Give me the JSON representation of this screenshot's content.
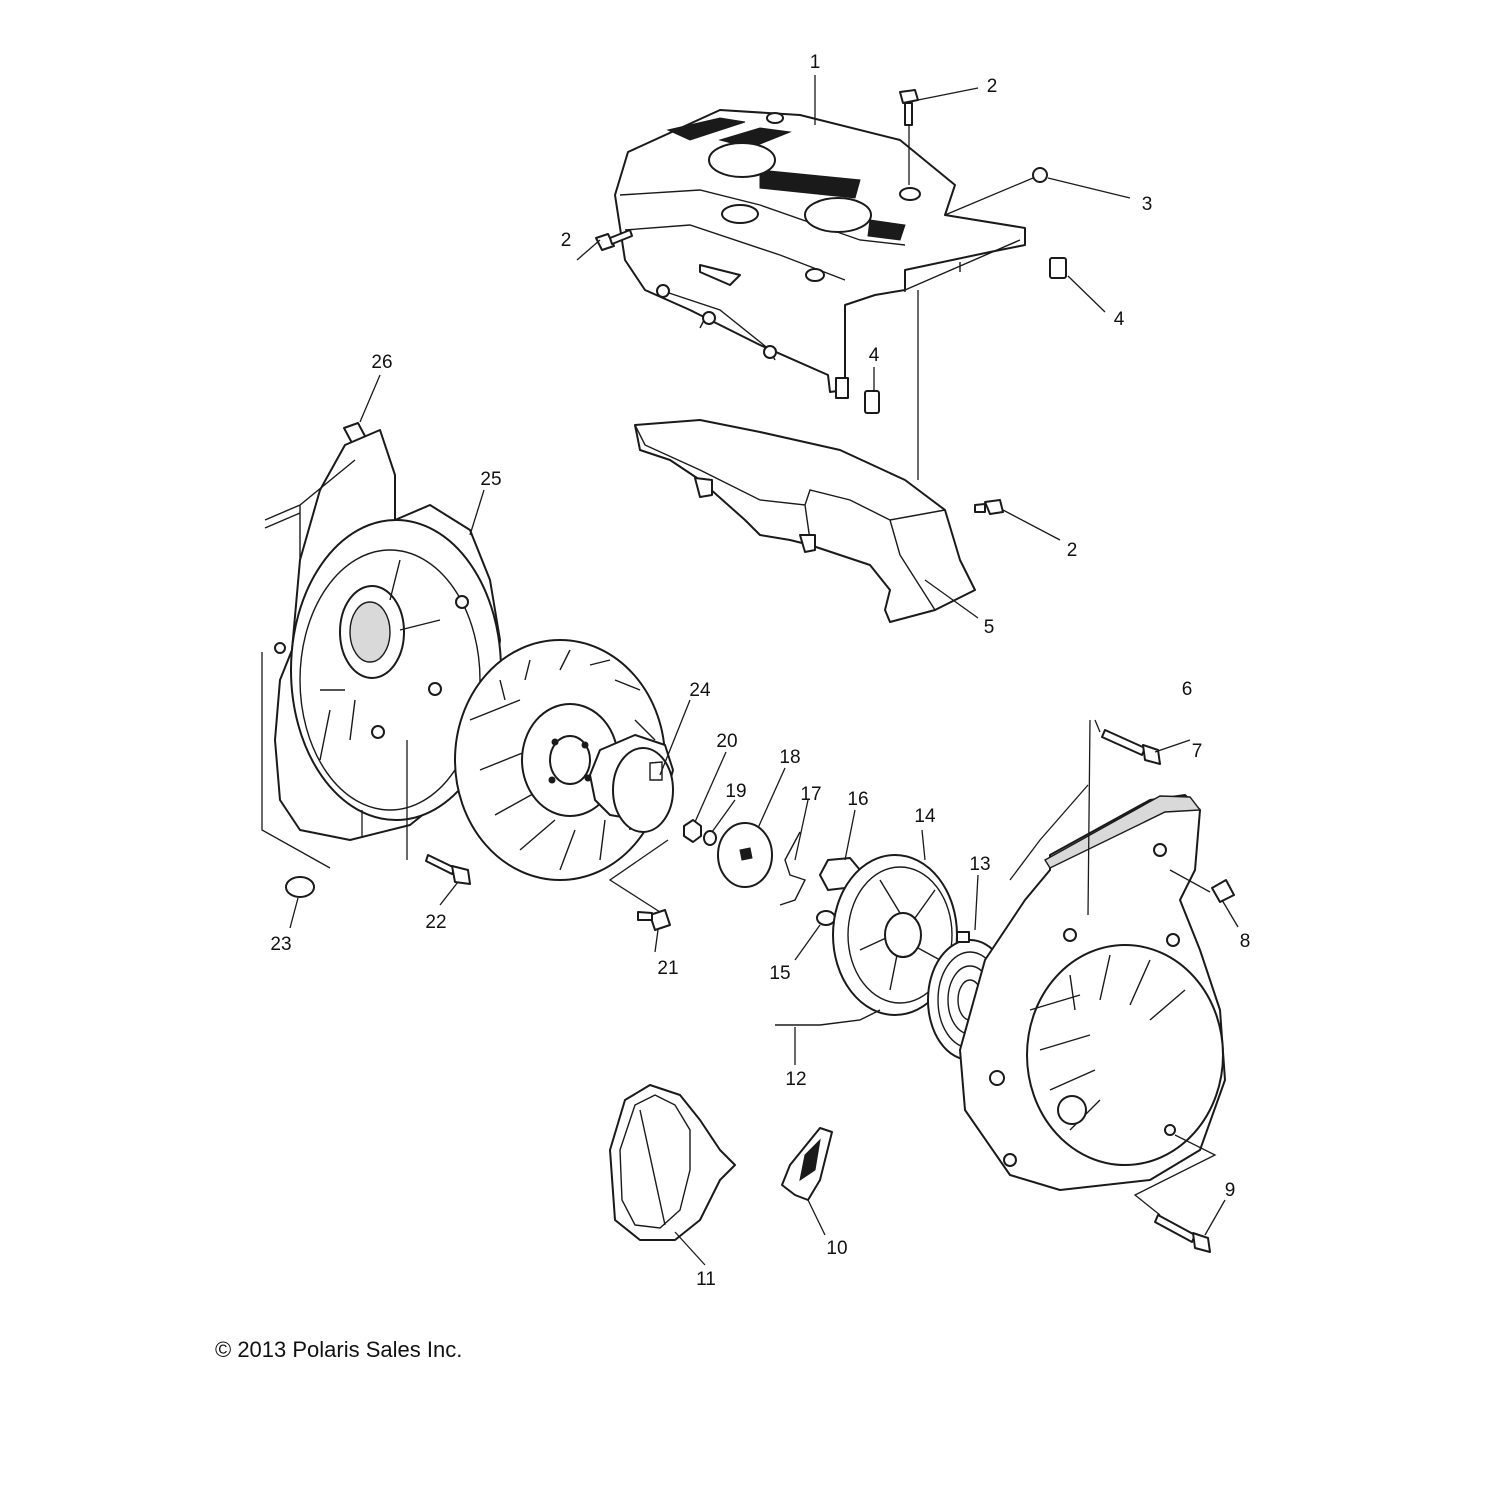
{
  "diagram": {
    "callouts": [
      {
        "id": "c1",
        "label": "1"
      },
      {
        "id": "c2a",
        "label": "2"
      },
      {
        "id": "c2b",
        "label": "2"
      },
      {
        "id": "c2c",
        "label": "2"
      },
      {
        "id": "c3",
        "label": "3"
      },
      {
        "id": "c4a",
        "label": "4"
      },
      {
        "id": "c4b",
        "label": "4"
      },
      {
        "id": "c5",
        "label": "5"
      },
      {
        "id": "c6",
        "label": "6"
      },
      {
        "id": "c7",
        "label": "7"
      },
      {
        "id": "c8",
        "label": "8"
      },
      {
        "id": "c9",
        "label": "9"
      },
      {
        "id": "c10",
        "label": "10"
      },
      {
        "id": "c11",
        "label": "11"
      },
      {
        "id": "c12",
        "label": "12"
      },
      {
        "id": "c13",
        "label": "13"
      },
      {
        "id": "c14",
        "label": "14"
      },
      {
        "id": "c15",
        "label": "15"
      },
      {
        "id": "c16",
        "label": "16"
      },
      {
        "id": "c17",
        "label": "17"
      },
      {
        "id": "c18",
        "label": "18"
      },
      {
        "id": "c19",
        "label": "19"
      },
      {
        "id": "c20",
        "label": "20"
      },
      {
        "id": "c21",
        "label": "21"
      },
      {
        "id": "c22",
        "label": "22"
      },
      {
        "id": "c23",
        "label": "23"
      },
      {
        "id": "c24",
        "label": "24"
      },
      {
        "id": "c25",
        "label": "25"
      },
      {
        "id": "c26",
        "label": "26"
      }
    ]
  },
  "footer": {
    "copyright": "© 2013 Polaris Sales Inc."
  }
}
